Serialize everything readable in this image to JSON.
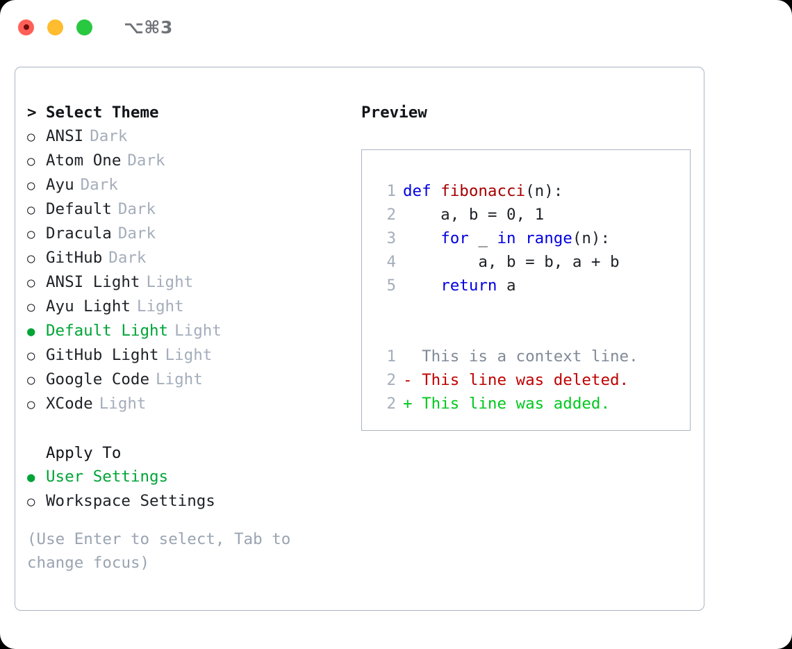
{
  "titlebar": {
    "shortcut": "⌥⌘3",
    "buttons": [
      {
        "name": "close",
        "color": "#ff5f57"
      },
      {
        "name": "minimize",
        "color": "#febc2e"
      },
      {
        "name": "zoom",
        "color": "#28c840"
      }
    ]
  },
  "theme_section": {
    "marker": ">",
    "title": "Select Theme",
    "items": [
      {
        "marker": "○",
        "label": "ANSI",
        "badge": "Dark",
        "selected": false
      },
      {
        "marker": "○",
        "label": "Atom One",
        "badge": "Dark",
        "selected": false
      },
      {
        "marker": "○",
        "label": "Ayu",
        "badge": "Dark",
        "selected": false
      },
      {
        "marker": "○",
        "label": "Default",
        "badge": "Dark",
        "selected": false
      },
      {
        "marker": "○",
        "label": "Dracula",
        "badge": "Dark",
        "selected": false
      },
      {
        "marker": "○",
        "label": "GitHub",
        "badge": "Dark",
        "selected": false
      },
      {
        "marker": "○",
        "label": "ANSI Light",
        "badge": "Light",
        "selected": false
      },
      {
        "marker": "○",
        "label": "Ayu Light",
        "badge": "Light",
        "selected": false
      },
      {
        "marker": "●",
        "label": "Default Light",
        "badge": "Light",
        "selected": true
      },
      {
        "marker": "○",
        "label": "GitHub Light",
        "badge": "Light",
        "selected": false
      },
      {
        "marker": "○",
        "label": "Google Code",
        "badge": "Light",
        "selected": false
      },
      {
        "marker": "○",
        "label": "XCode",
        "badge": "Light",
        "selected": false
      }
    ]
  },
  "apply_section": {
    "marker": " ",
    "title": "Apply To",
    "items": [
      {
        "marker": "●",
        "label": "User Settings",
        "selected": true
      },
      {
        "marker": "○",
        "label": "Workspace Settings",
        "selected": false
      }
    ]
  },
  "hint": "(Use Enter to select, Tab to change focus)",
  "preview": {
    "title": "Preview",
    "code_lines": [
      {
        "no": "1",
        "tokens": [
          {
            "t": "def ",
            "c": "kw"
          },
          {
            "t": "fibonacci",
            "c": "fn"
          },
          {
            "t": "(n):",
            "c": "txt"
          }
        ]
      },
      {
        "no": "2",
        "tokens": [
          {
            "t": "    a, b = 0, 1",
            "c": "txt"
          }
        ]
      },
      {
        "no": "3",
        "tokens": [
          {
            "t": "    ",
            "c": "txt"
          },
          {
            "t": "for",
            "c": "kw"
          },
          {
            "t": " _ ",
            "c": "txt"
          },
          {
            "t": "in",
            "c": "kw"
          },
          {
            "t": " ",
            "c": "txt"
          },
          {
            "t": "range",
            "c": "kw"
          },
          {
            "t": "(n):",
            "c": "txt"
          }
        ]
      },
      {
        "no": "4",
        "tokens": [
          {
            "t": "        a, b = b, a + b",
            "c": "txt"
          }
        ]
      },
      {
        "no": "5",
        "tokens": [
          {
            "t": "    ",
            "c": "txt"
          },
          {
            "t": "return",
            "c": "kw"
          },
          {
            "t": " a",
            "c": "txt"
          }
        ]
      }
    ],
    "diff_lines": [
      {
        "no": "1",
        "tokens": [
          {
            "t": "  This is a context line.",
            "c": "ctx"
          }
        ]
      },
      {
        "no": "2",
        "tokens": [
          {
            "t": "- This line was deleted.",
            "c": "del"
          }
        ]
      },
      {
        "no": "2",
        "tokens": [
          {
            "t": "+ This line was added.",
            "c": "add"
          }
        ]
      }
    ]
  },
  "colors": {
    "accent_green": "#00a437",
    "badge_gray": "#a4adbb",
    "border": "#aab3c2",
    "hint_gray": "#9aa4b2",
    "keyword_blue": "#0000e0",
    "function_red": "#a50000",
    "diff_deleted": "#c00000",
    "diff_added": "#00c81e",
    "diff_context": "#808a97"
  }
}
